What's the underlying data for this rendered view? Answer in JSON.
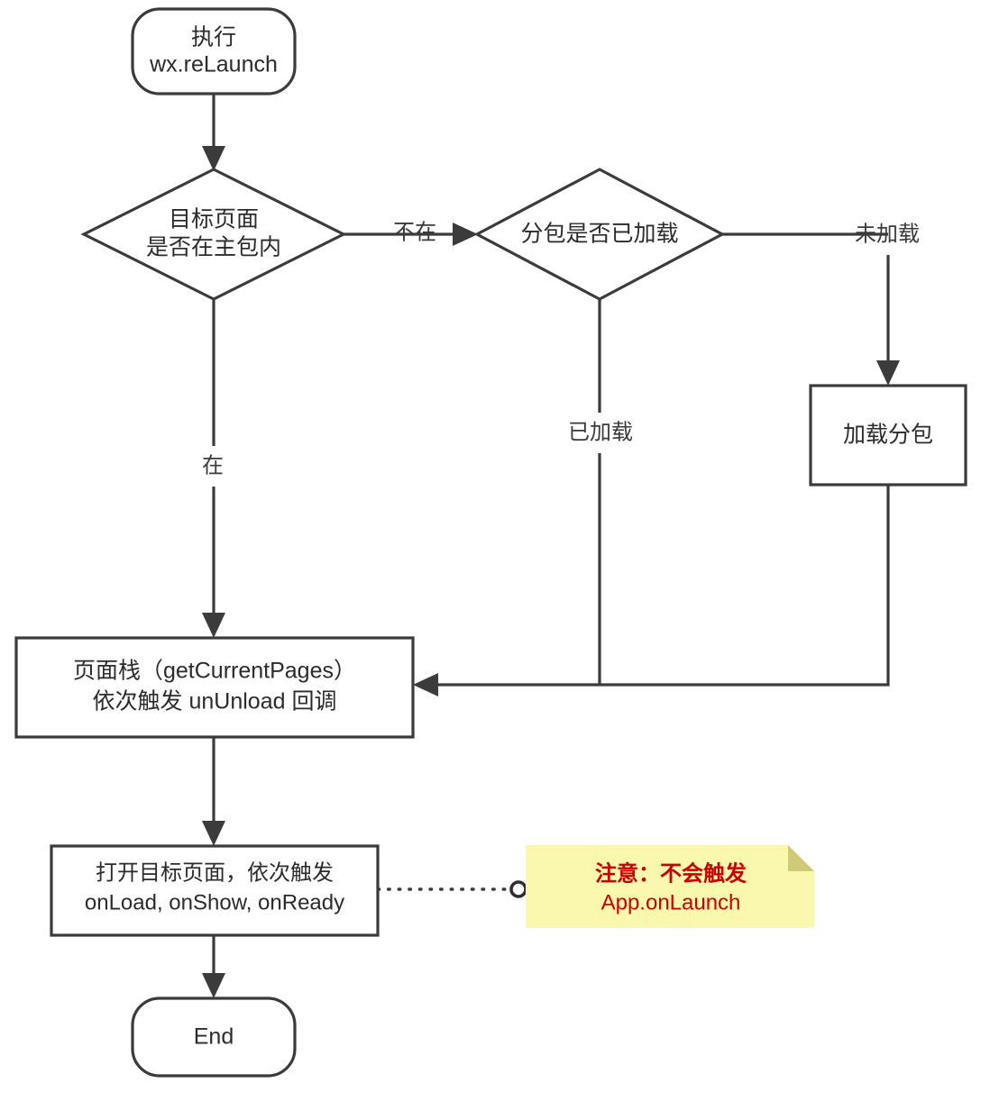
{
  "diagram": {
    "title": "wx.reLaunch 执行流程图",
    "type": "flowchart",
    "background_color": "#ffffff",
    "stroke_color": "#3b3b3b",
    "nodes": {
      "start": {
        "shape": "stadium",
        "line1": "执行",
        "line2": "wx.reLaunch"
      },
      "decision_main_package": {
        "shape": "diamond",
        "line1": "目标页面",
        "line2": "是否在主包内"
      },
      "decision_subpackage_loaded": {
        "shape": "diamond",
        "line1": "分包是否已加载"
      },
      "load_subpackage": {
        "shape": "rect",
        "line1": "加载分包"
      },
      "page_stack": {
        "shape": "rect",
        "line1": "页面栈（getCurrentPages）",
        "line2": "依次触发 unUnload 回调"
      },
      "open_target_page": {
        "shape": "rect",
        "line1": "打开目标页面，依次触发",
        "line2": "onLoad, onShow, onReady"
      },
      "end": {
        "shape": "stadium",
        "line1": "End"
      }
    },
    "edge_labels": {
      "not_in_main": "不在",
      "in_main": "在",
      "not_loaded": "未加载",
      "already_loaded": "已加载"
    },
    "note": {
      "line1": "注意：不会触发",
      "line2": "App.onLaunch",
      "background_color": "#faf7ae",
      "fold_color": "#cfc97a",
      "text_color": "#cc0000"
    }
  }
}
